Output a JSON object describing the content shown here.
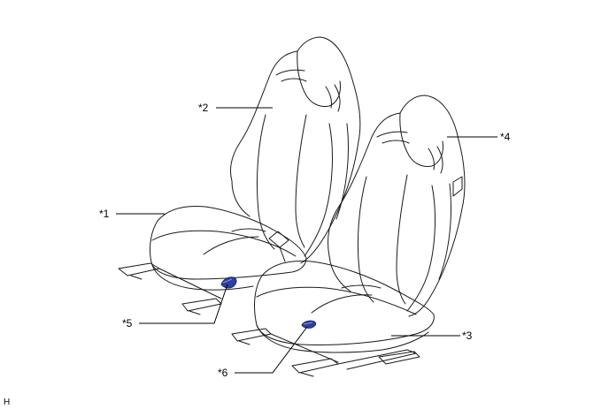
{
  "callouts": {
    "c1": "*1",
    "c2": "*2",
    "c3": "*3",
    "c4": "*4",
    "c5": "*5",
    "c6": "*6"
  },
  "corner_mark": "H",
  "colors": {
    "line": "#1a1a1a",
    "switch_fill": "#2e3f9e",
    "switch_dark": "#1d2a73",
    "background": "#ffffff"
  }
}
